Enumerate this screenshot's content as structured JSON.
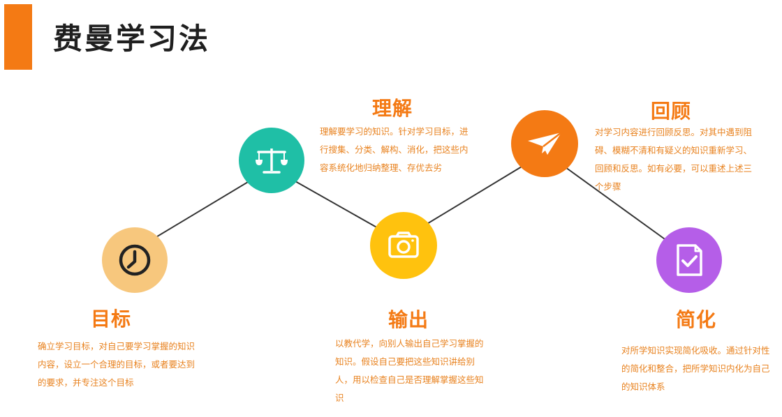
{
  "header": {
    "title": "费曼学习法"
  },
  "colors": {
    "accent": "#f47a14",
    "goal": "#f7c77d",
    "understand": "#1fbfa6",
    "output": "#ffc20e",
    "review": "#f47a14",
    "simplify": "#b55ee8"
  },
  "steps": {
    "goal": {
      "title": "目标",
      "icon": "clock-icon",
      "description": "确立学习目标，对自己要学习掌握的知识内容，设立一个合理的目标，或者要达到的要求，并专注这个目标"
    },
    "understand": {
      "title": "理解",
      "icon": "balance-scale-icon",
      "description": "理解要学习的知识。针对学习目标，进行搜集、分类、解构、消化，把这些内容系统化地归纳整理、存优去劣"
    },
    "output": {
      "title": "输出",
      "icon": "camera-icon",
      "description": "以教代学，向别人输出自己学习掌握的知识。假设自己要把这些知识讲给别人，用以检查自己是否理解掌握这些知识"
    },
    "review": {
      "title": "回顾",
      "icon": "paper-plane-icon",
      "description": "对学习内容进行回顾反思。对其中遇到阻碍、模糊不清和有疑义的知识重新学习、回顾和反思。如有必要，可以重述上述三个步骤"
    },
    "simplify": {
      "title": "简化",
      "icon": "document-check-icon",
      "description": "对所学知识实现简化吸收。通过针对性的简化和整合，把所学知识内化为自己的知识体系"
    }
  }
}
